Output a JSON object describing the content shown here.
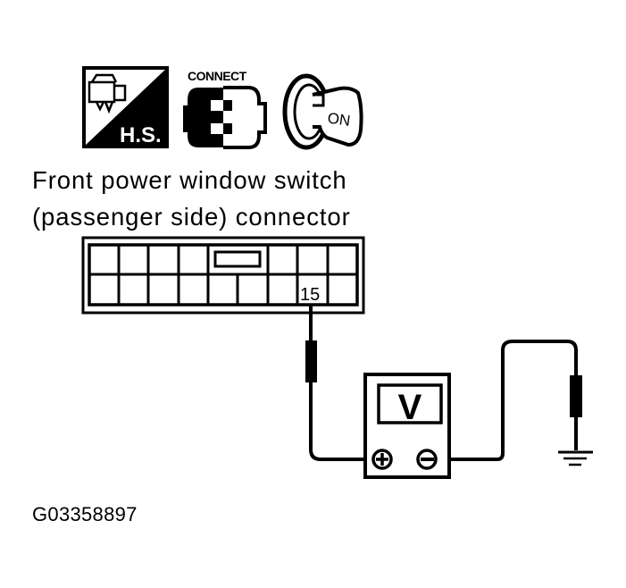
{
  "icons": {
    "harness_service": {
      "label": "H.S.",
      "icon": "harness-connector-icon"
    },
    "connect": {
      "label": "CONNECT",
      "icon": "connector-plug-icon"
    },
    "ignition": {
      "label": "ON",
      "icon": "ignition-key-icon"
    }
  },
  "title": {
    "line1": "Front power window switch",
    "line2": "(passenger side) connector"
  },
  "connector": {
    "terminal_label": "15",
    "top_row_cells": 8,
    "bottom_row_cells": 9
  },
  "meter": {
    "display": "V",
    "positive_symbol": "+",
    "negative_symbol": "−"
  },
  "figure_code": "G03358897",
  "colors": {
    "ink": "#000000",
    "paper": "#ffffff"
  }
}
